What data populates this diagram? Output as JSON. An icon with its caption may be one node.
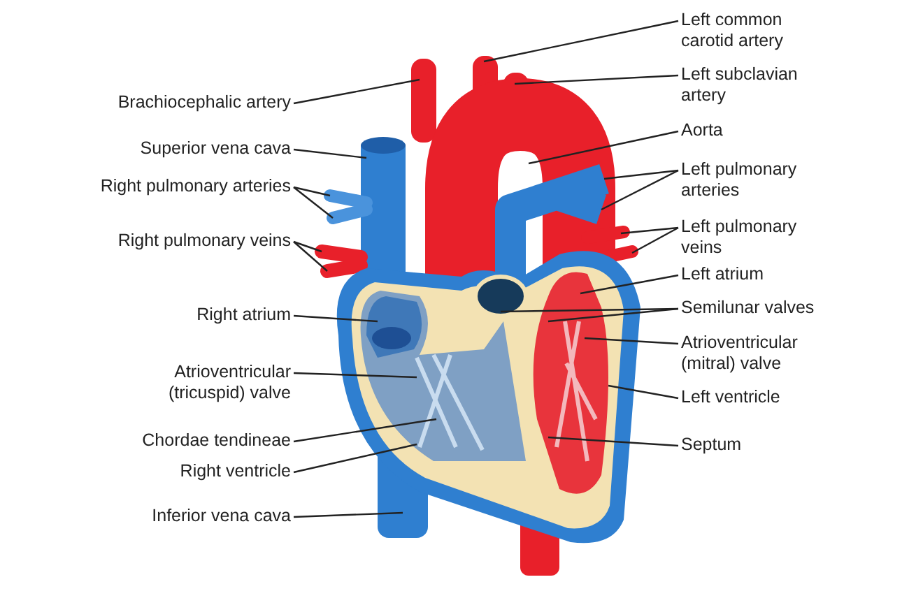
{
  "diagram": {
    "nodes": [
      {
        "text": [
          "Brachiocephalic artery"
        ]
      },
      {
        "text": [
          "Superior vena cava"
        ]
      },
      {
        "text": [
          "Right pulmonary arteries"
        ]
      },
      {
        "text": [
          "Right pulmonary veins"
        ]
      },
      {
        "text": [
          "Right atrium"
        ]
      },
      {
        "text": [
          "Atrioventricular (tricuspid) valve"
        ]
      },
      {
        "text": [
          "Chordae tendineae"
        ]
      },
      {
        "text": [
          "Right ventricle"
        ]
      },
      {
        "text": [
          "Inferior vena cava"
        ]
      },
      {
        "text": [
          "Left common carotid artery"
        ]
      },
      {
        "text": [
          "Left subclavian artery"
        ]
      },
      {
        "text": [
          "Aorta"
        ]
      },
      {
        "text": [
          "Left pulmonary arteries"
        ]
      },
      {
        "text": [
          "Left pulmonary veins"
        ]
      },
      {
        "text": [
          "Left atrium"
        ]
      },
      {
        "text": [
          "Semilunar valves"
        ]
      },
      {
        "text": [
          "Atrioventricular (mitral) valve"
        ]
      },
      {
        "text": [
          "Left ventricle"
        ]
      },
      {
        "text": [
          "Septum"
        ]
      }
    ],
    "edges": [
      {
        "from": 0,
        "to": null,
        "arrow": "none"
      },
      {
        "from": 1,
        "to": null,
        "arrow": "none"
      },
      {
        "from": 2,
        "to": null,
        "arrow": "none"
      },
      {
        "from": 2,
        "to": null,
        "arrow": "none"
      },
      {
        "from": 3,
        "to": null,
        "arrow": "none"
      },
      {
        "from": 3,
        "to": null,
        "arrow": "none"
      },
      {
        "from": 4,
        "to": null,
        "arrow": "none"
      },
      {
        "from": 5,
        "to": null,
        "arrow": "none"
      },
      {
        "from": 6,
        "to": null,
        "arrow": "none"
      },
      {
        "from": 7,
        "to": null,
        "arrow": "none"
      },
      {
        "from": 8,
        "to": null,
        "arrow": "none"
      },
      {
        "from": 9,
        "to": null,
        "arrow": "none"
      },
      {
        "from": 10,
        "to": null,
        "arrow": "none"
      },
      {
        "from": 11,
        "to": null,
        "arrow": "none"
      },
      {
        "from": 12,
        "to": null,
        "arrow": "none"
      },
      {
        "from": 12,
        "to": null,
        "arrow": "none"
      },
      {
        "from": 13,
        "to": null,
        "arrow": "none"
      },
      {
        "from": 13,
        "to": null,
        "arrow": "none"
      },
      {
        "from": 14,
        "to": null,
        "arrow": "none"
      },
      {
        "from": 15,
        "to": null,
        "arrow": "none"
      },
      {
        "from": 15,
        "to": null,
        "arrow": "none"
      },
      {
        "from": 16,
        "to": null,
        "arrow": "none"
      },
      {
        "from": 17,
        "to": null,
        "arrow": "none"
      },
      {
        "from": 18,
        "to": null,
        "arrow": "none"
      }
    ]
  }
}
